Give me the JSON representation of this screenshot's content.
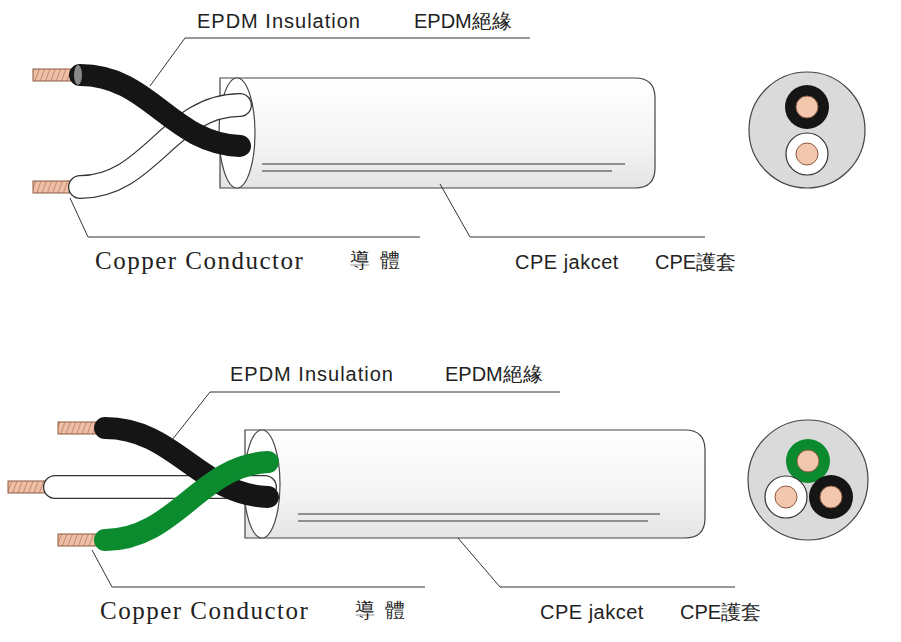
{
  "diagram": {
    "labels": [
      "EPDM Insulation",
      "EPDM絕緣",
      "Copper Conductor",
      "導 體",
      "CPE jakcet",
      "CPE護套",
      "EPDM Insulation",
      "EPDM絕緣",
      "Copper Conductor",
      "導 體",
      "CPE jakcet",
      "CPE護套"
    ]
  }
}
